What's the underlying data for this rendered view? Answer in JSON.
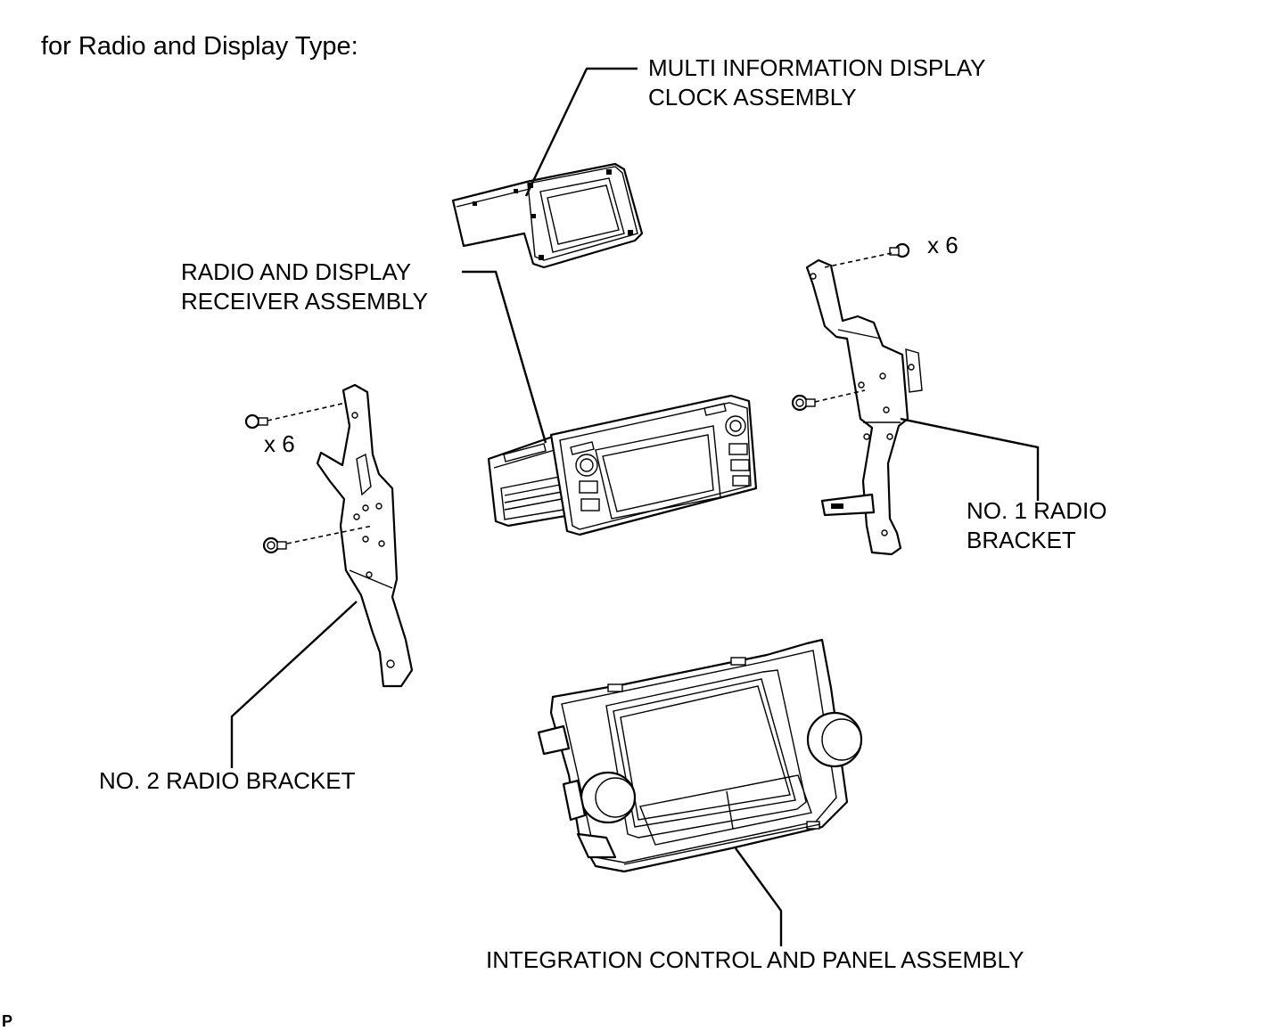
{
  "diagram": {
    "heading": "for Radio and Display Type:",
    "corner_mark": "P",
    "callouts": {
      "multi_info_display": [
        "MULTI INFORMATION DISPLAY",
        "CLOCK ASSEMBLY"
      ],
      "radio_receiver": [
        "RADIO AND DISPLAY",
        "RECEIVER ASSEMBLY"
      ],
      "no1_radio_bracket": [
        "NO. 1 RADIO",
        "BRACKET"
      ],
      "no2_radio_bracket": "NO. 2 RADIO BRACKET",
      "integration_panel": "INTEGRATION CONTROL AND PANEL ASSEMBLY",
      "screw_qty_right": "x 6",
      "screw_qty_left": "x 6"
    }
  }
}
